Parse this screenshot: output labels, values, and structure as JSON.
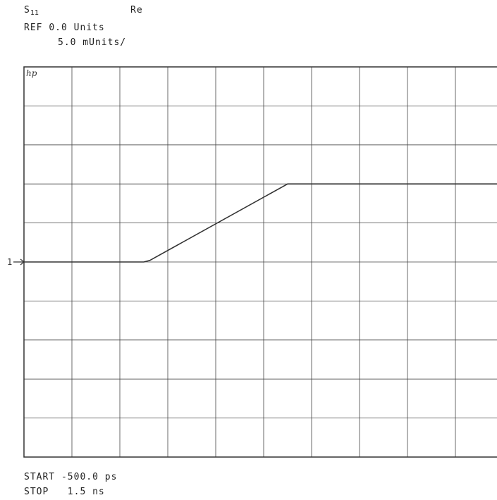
{
  "header": {
    "param_main": "S",
    "param_sub": "11",
    "format": "Re",
    "ref_label": "REF",
    "ref_value": "0.0 Units",
    "scale": "5.0 mUnits/"
  },
  "footer": {
    "start_label": "START",
    "start_value": "-500.0 ps",
    "stop_label": "STOP",
    "stop_value": "1.5 ns"
  },
  "chart_data": {
    "type": "line",
    "brand": "hp",
    "ref_marker": "1",
    "x_unit": "ps",
    "xlim": [
      -500,
      1500
    ],
    "x_divisions": 10,
    "y_unit": "mUnits",
    "y_divisions": 10,
    "y_per_division": 5.0,
    "y_reference": 0.0,
    "grid": true,
    "trace_color": "#333333",
    "grid_color": "#444444",
    "series": [
      {
        "x": [
          -500,
          0,
          25,
          600,
          1500
        ],
        "y": [
          0,
          0,
          0.2,
          10,
          10
        ]
      }
    ]
  }
}
